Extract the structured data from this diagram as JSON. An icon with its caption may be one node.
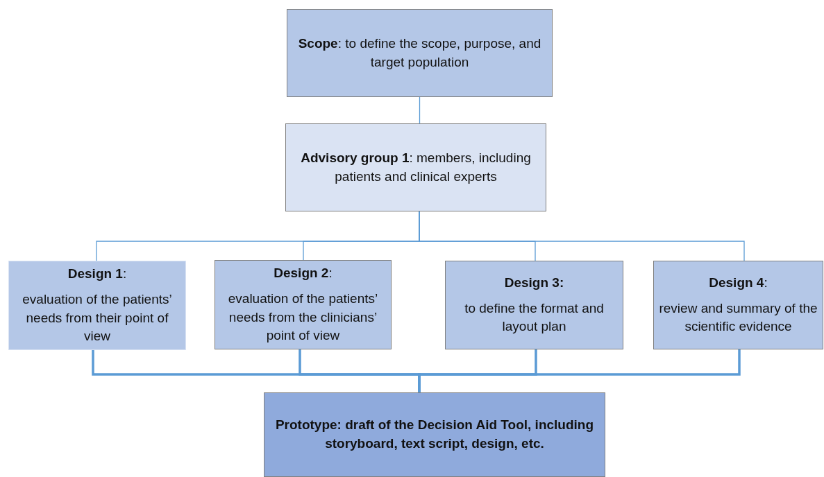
{
  "diagram": {
    "nodes": [
      {
        "text": [
          "**Scope**: to define the scope, purpose, and target population"
        ]
      },
      {
        "text": [
          "**Advisory group 1**: members, including patients and clinical experts"
        ]
      },
      {
        "text": [
          "**Design 1**:",
          "evaluation of the patients’ needs from their point of view"
        ]
      },
      {
        "text": [
          "**Design 2**:",
          "evaluation of the patients’ needs from the clinicians’ point of view"
        ]
      },
      {
        "text": [
          "Design 3:",
          "to define the format and layout plan"
        ]
      },
      {
        "text": [
          "**Design 4**:",
          "review and summary of the scientific evidence"
        ]
      },
      {
        "text": [
          "Prototype: draft of the Decision Aid Tool, including storyboard, text script, design, etc."
        ]
      }
    ],
    "edges": [
      {
        "from": 0,
        "to": 1,
        "arrow": "none"
      },
      {
        "from": 1,
        "to": 2,
        "arrow": "none"
      },
      {
        "from": 1,
        "to": 3,
        "arrow": "none"
      },
      {
        "from": 1,
        "to": 4,
        "arrow": "none"
      },
      {
        "from": 1,
        "to": 5,
        "arrow": "none"
      },
      {
        "from": 2,
        "to": 6,
        "arrow": "none",
        "style": "thick"
      },
      {
        "from": 3,
        "to": 6,
        "arrow": "none",
        "style": "thick"
      },
      {
        "from": 4,
        "to": 6,
        "arrow": "none",
        "style": "thick"
      },
      {
        "from": 5,
        "to": 6,
        "arrow": "none",
        "style": "thick"
      }
    ]
  }
}
